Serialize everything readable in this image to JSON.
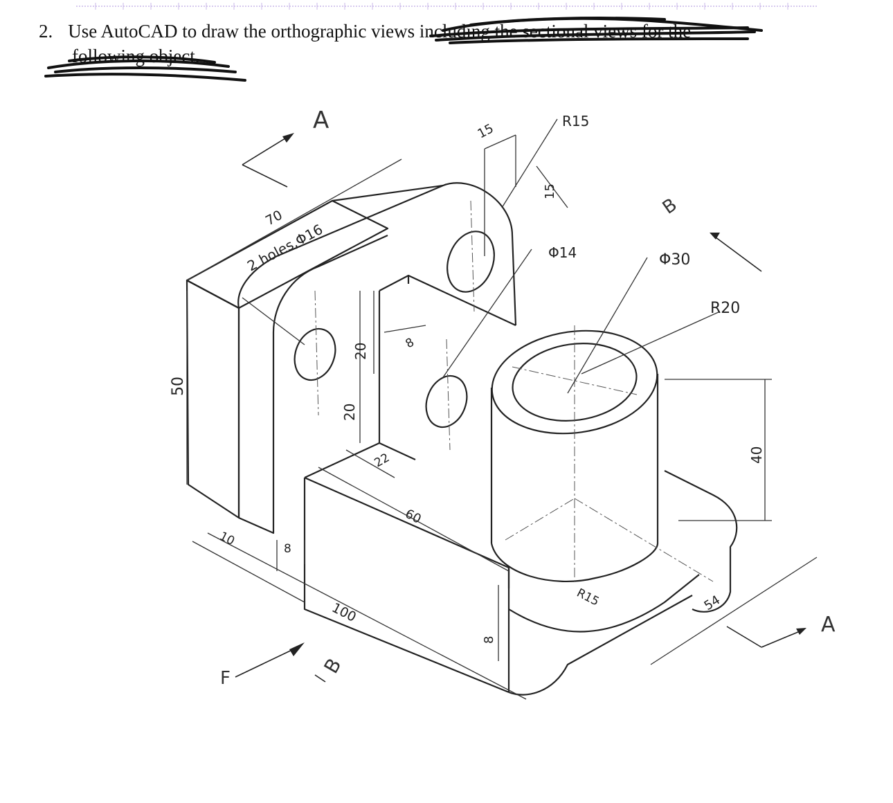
{
  "question": {
    "number": "2.",
    "text": "Use AutoCAD to draw the orthographic views",
    "redacted_text_line1": "including the sectional views for the",
    "redacted_text_line2": "following object."
  },
  "dimensions": {
    "d70": "70",
    "holes": "2 holes,Φ16",
    "d15_top": "15",
    "d15_side": "15",
    "r15_top": "R15",
    "phi14": "Φ14",
    "phi30": "Φ30",
    "r20": "R20",
    "d50": "50",
    "d20_a": "20",
    "d20_b": "20",
    "d8_slot": "8",
    "d22": "22",
    "d60": "60",
    "d10": "10",
    "d8_base": "8",
    "d100": "100",
    "d8_bottom": "8",
    "r15_bottom": "R15",
    "d54": "54",
    "d40": "40"
  },
  "markers": {
    "section_a_top": "A",
    "section_a_right": "A",
    "section_b_top": "B",
    "section_b_bottom": "B",
    "front_view": "F"
  }
}
